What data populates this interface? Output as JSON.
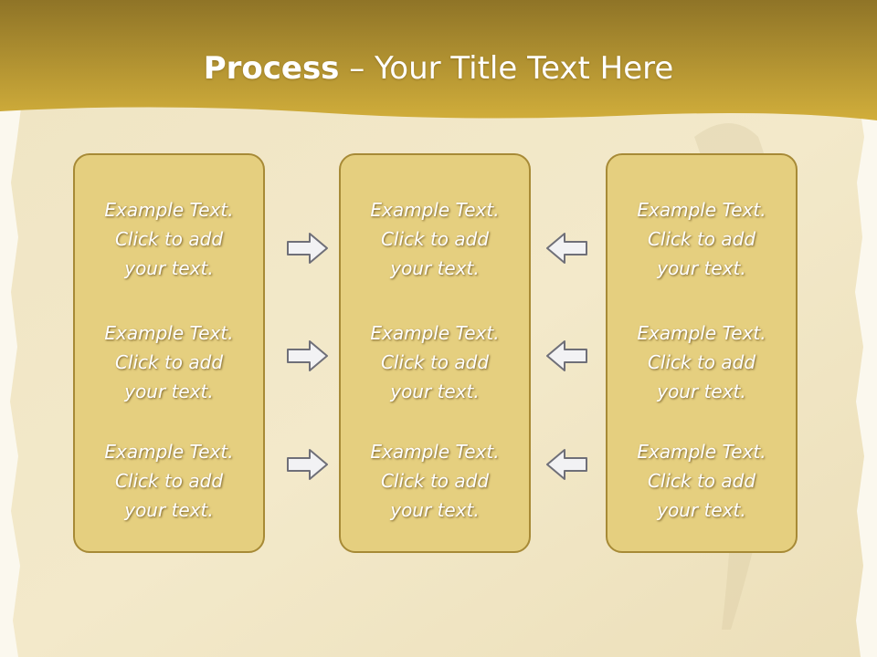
{
  "title": {
    "bold": "Process",
    "rest": " – Your Title Text Here"
  },
  "columns": [
    {
      "items": [
        {
          "l1": "Example Text.",
          "l2": "Click  to add",
          "l3": "your text."
        },
        {
          "l1": "Example Text.",
          "l2": "Click  to add",
          "l3": "your text."
        },
        {
          "l1": "Example Text.",
          "l2": "Click  to add",
          "l3": "your text."
        }
      ]
    },
    {
      "items": [
        {
          "l1": "Example Text.",
          "l2": "Click  to add",
          "l3": "your text."
        },
        {
          "l1": "Example Text.",
          "l2": "Click  to add",
          "l3": "your text."
        },
        {
          "l1": "Example Text.",
          "l2": "Click  to add",
          "l3": "your text."
        }
      ]
    },
    {
      "items": [
        {
          "l1": "Example Text.",
          "l2": "Click  to add",
          "l3": "your text."
        },
        {
          "l1": "Example Text.",
          "l2": "Click  to add",
          "l3": "your text."
        },
        {
          "l1": "Example Text.",
          "l2": "Click  to add",
          "l3": "your text."
        }
      ]
    }
  ],
  "colors": {
    "header_gold": "#c9a93a",
    "box_fill": "#e5cf7f",
    "box_border": "#a78a36",
    "arrow_fill": "#f2f2f4",
    "arrow_stroke": "#6f6f78"
  },
  "arrows": {
    "left_group": "right-arrow-icon",
    "right_group": "left-arrow-icon"
  }
}
